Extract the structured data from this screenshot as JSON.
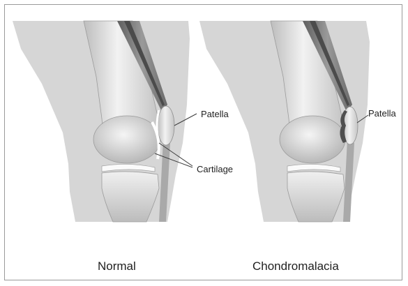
{
  "panels": {
    "normal": {
      "caption": "Normal",
      "patella_label": "Patella",
      "cartilage_label": "Cartilage"
    },
    "chondromalacia": {
      "caption": "Chondromalacia",
      "patella_label": "Patella"
    }
  },
  "colors": {
    "skin": "#d9d9d9",
    "bone_light": "#eeeeee",
    "bone_shade": "#b5b5b5",
    "tendon_dark": "#6f6f6f",
    "line": "#3a3a3a",
    "damaged_cartilage": "#5a5a5a"
  }
}
